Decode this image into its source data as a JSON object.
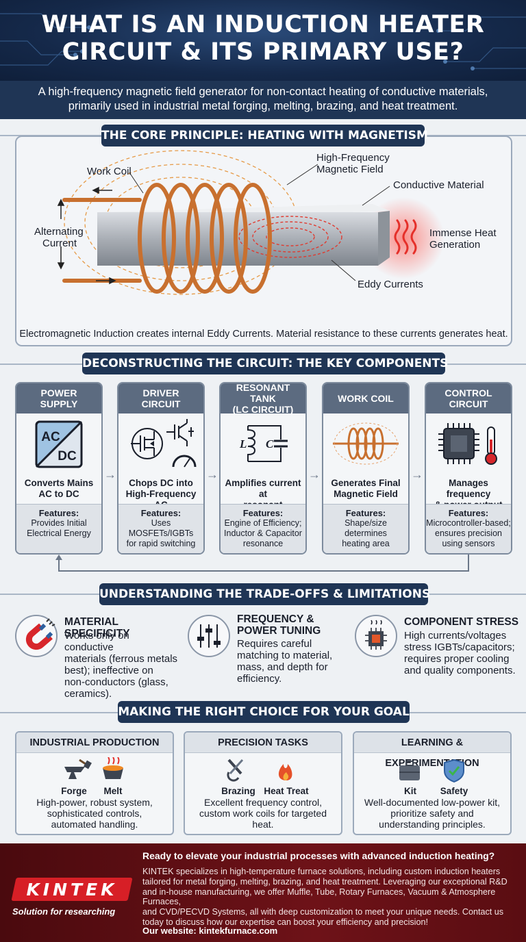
{
  "header": {
    "title_line1": "WHAT IS AN INDUCTION HEATER",
    "title_line2": "CIRCUIT & ITS PRIMARY USE?",
    "subtitle_line1": "A high-frequency magnetic field generator for non-contact heating of conductive materials,",
    "subtitle_line2": "primarily used in industrial metal forging, melting, brazing, and heat treatment."
  },
  "principle": {
    "heading": "THE CORE PRINCIPLE: HEATING WITH MAGNETISM",
    "labels": {
      "work_coil": "Work Coil",
      "hf_field_1": "High-Frequency",
      "hf_field_2": "Magnetic Field",
      "conductive_material": "Conductive Material",
      "alternating_1": "Alternating",
      "alternating_2": "Current",
      "heat_1": "Immense Heat",
      "heat_2": "Generation",
      "eddy": "Eddy Currents"
    },
    "caption": "Electromagnetic Induction creates internal Eddy Currents. Material resistance to these currents generates heat."
  },
  "components": {
    "heading": "DECONSTRUCTING THE CIRCUIT: THE KEY COMPONENTS",
    "cards": [
      {
        "title_1": "POWER",
        "title_2": "SUPPLY",
        "desc_1": "Converts Mains",
        "desc_2": "AC to DC",
        "features_label": "Features:",
        "feat_1": "Provides Initial",
        "feat_2": "Electrical Energy",
        "feat_3": "",
        "icon": "ac-dc-converter-icon",
        "ac": "AC",
        "dc": "DC"
      },
      {
        "title_1": "DRIVER",
        "title_2": "CIRCUIT",
        "desc_1": "Chops DC into",
        "desc_2": "High-Frequency AC",
        "features_label": "Features:",
        "feat_1": "Uses MOSFETs/IGBTs",
        "feat_2": "for rapid switching",
        "feat_3": "",
        "icon": "transistor-icon"
      },
      {
        "title_1": "RESONANT TANK",
        "title_2": "(LC CIRCUIT)",
        "desc_1": "Amplifies current at",
        "desc_2": "resonant frequency",
        "features_label": "Features:",
        "feat_1": "Engine of Efficiency;",
        "feat_2": "Inductor & Capacitor",
        "feat_3": "resonance",
        "icon": "lc-circuit-icon",
        "l": "L",
        "c": "C"
      },
      {
        "title_1": "WORK COIL",
        "title_2": "",
        "desc_1": "Generates Final",
        "desc_2": "Magnetic Field",
        "features_label": "Features:",
        "feat_1": "Shape/size",
        "feat_2": "determines",
        "feat_3": "heating area",
        "icon": "coil-icon"
      },
      {
        "title_1": "CONTROL",
        "title_2": "CIRCUIT",
        "desc_1": "Manages frequency",
        "desc_2": "& power output",
        "features_label": "Features:",
        "feat_1": "Microcontroller-based;",
        "feat_2": "ensures precision",
        "feat_3": "using sensors",
        "icon": "microchip-icon"
      }
    ]
  },
  "tradeoffs": {
    "heading": "UNDERSTANDING THE TRADE-OFFS & LIMITATIONS",
    "items": [
      {
        "title_1": "MATERIAL SPECIFICITY",
        "title_2": "",
        "lines": [
          "Works only on conductive",
          "materials (ferrous metals",
          "best); ineffective on",
          "non-conductors (glass,",
          "ceramics)."
        ],
        "icon": "magnet-icon"
      },
      {
        "title_1": "FREQUENCY &",
        "title_2": "POWER TUNING",
        "lines": [
          "Requires careful",
          "matching to material,",
          "mass, and depth for",
          "efficiency."
        ],
        "icon": "sliders-icon"
      },
      {
        "title_1": "COMPONENT STRESS",
        "title_2": "",
        "lines": [
          "High currents/voltages",
          "stress IGBTs/capacitors;",
          "requires proper cooling",
          "and quality components."
        ],
        "icon": "hot-chip-icon"
      }
    ]
  },
  "goals": {
    "heading": "MAKING THE RIGHT CHOICE FOR YOUR GOAL",
    "cards": [
      {
        "title": "INDUSTRIAL PRODUCTION",
        "icon_a": "Forge",
        "icon_b": "Melt",
        "lines": [
          "High-power, robust system,",
          "sophisticated controls,",
          "automated handling."
        ]
      },
      {
        "title": "PRECISION TASKS",
        "icon_a": "Brazing",
        "icon_b": "Heat Treat",
        "lines": [
          "Excellent frequency control,",
          "custom work coils for targeted",
          "heat."
        ]
      },
      {
        "title": "LEARNING & EXPERIMENTATION",
        "icon_a": "Kit",
        "icon_b": "Safety",
        "lines": [
          "Well-documented low-power kit,",
          "prioritize safety and",
          "understanding principles."
        ]
      }
    ]
  },
  "footer": {
    "logo": "KINTEK",
    "tagline": "Solution for researching",
    "headline": "Ready to elevate your industrial processes with advanced induction heating?",
    "body_lines": [
      "KINTEK specializes in high-temperature furnace solutions, including custom induction heaters",
      "tailored for metal forging, melting, brazing, and heat treatment. Leveraging our exceptional R&D",
      "and in-house manufacturing, we offer Muffle, Tube, Rotary Furnaces, Vacuum & Atmosphere Furnaces,",
      "and CVD/PECVD Systems, all with deep customization to meet your unique needs. Contact us",
      "today to discuss how our expertise can boost your efficiency and precision!"
    ],
    "website": "Our website: kintekfurnace.com"
  },
  "colors": {
    "navy": "#1f3555",
    "copper": "#c8702f",
    "red": "#d71f26",
    "maroon": "#5a0d12"
  }
}
